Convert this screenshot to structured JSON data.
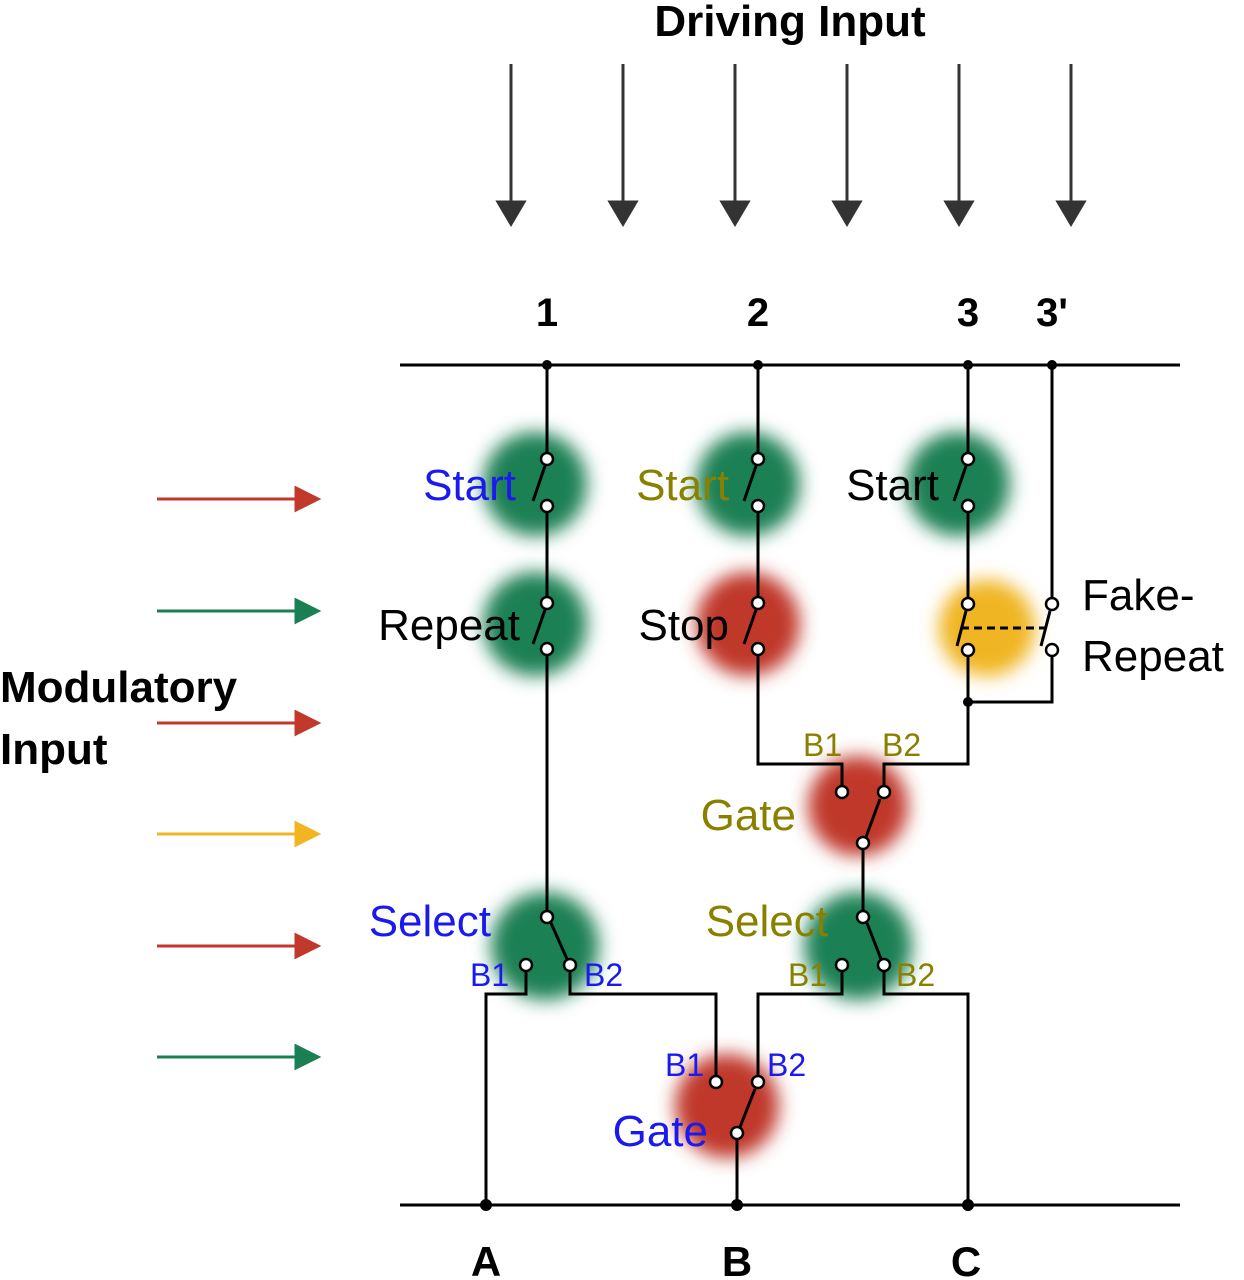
{
  "title": "Driving Input",
  "side_title": {
    "line1": "Modulatory",
    "line2": "Input"
  },
  "columns": [
    "1",
    "2",
    "3",
    "3'"
  ],
  "outputs": [
    "A",
    "B",
    "C"
  ],
  "colors": {
    "green": "#1a8054",
    "red": "#c0392b",
    "yellow": "#f0b520",
    "blue": "#1a1aee",
    "olive": "#8a8000",
    "black": "#000000"
  },
  "modulatory_arrows": [
    "red",
    "green",
    "red",
    "yellow",
    "red",
    "green"
  ],
  "switches": {
    "col1_start": "Start",
    "col1_repeat": "Repeat",
    "col2_start": "Start",
    "col2_stop": "Stop",
    "col3_start": "Start",
    "fake_repeat": {
      "line1": "Fake-",
      "line2": "Repeat"
    },
    "gate_upper": "Gate",
    "select_left": "Select",
    "select_right": "Select",
    "gate_lower": "Gate"
  },
  "branch_labels": {
    "gate_upper_b1": "B1",
    "gate_upper_b2": "B2",
    "select_left_b1": "B1",
    "select_left_b2": "B2",
    "select_right_b1": "B1",
    "select_right_b2": "B2",
    "gate_lower_b1": "B1",
    "gate_lower_b2": "B2"
  }
}
